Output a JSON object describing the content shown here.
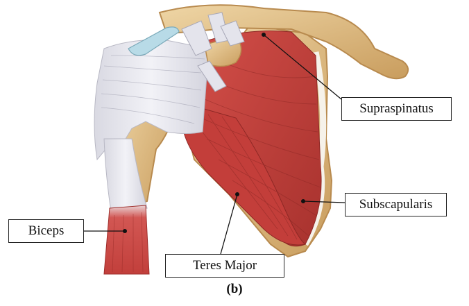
{
  "labels": {
    "supraspinatus": "Supraspinatus",
    "subscapularis": "Subscapularis",
    "biceps": "Biceps",
    "teres_major": "Teres Major"
  },
  "caption": "(b)",
  "colors": {
    "muscle": "#c8403c",
    "muscle_dark": "#9e2d2a",
    "bone": "#e3c48e",
    "bone_shadow": "#c89f62",
    "tendon": "#e6e6ee",
    "cartilage": "#b7dbe6"
  }
}
